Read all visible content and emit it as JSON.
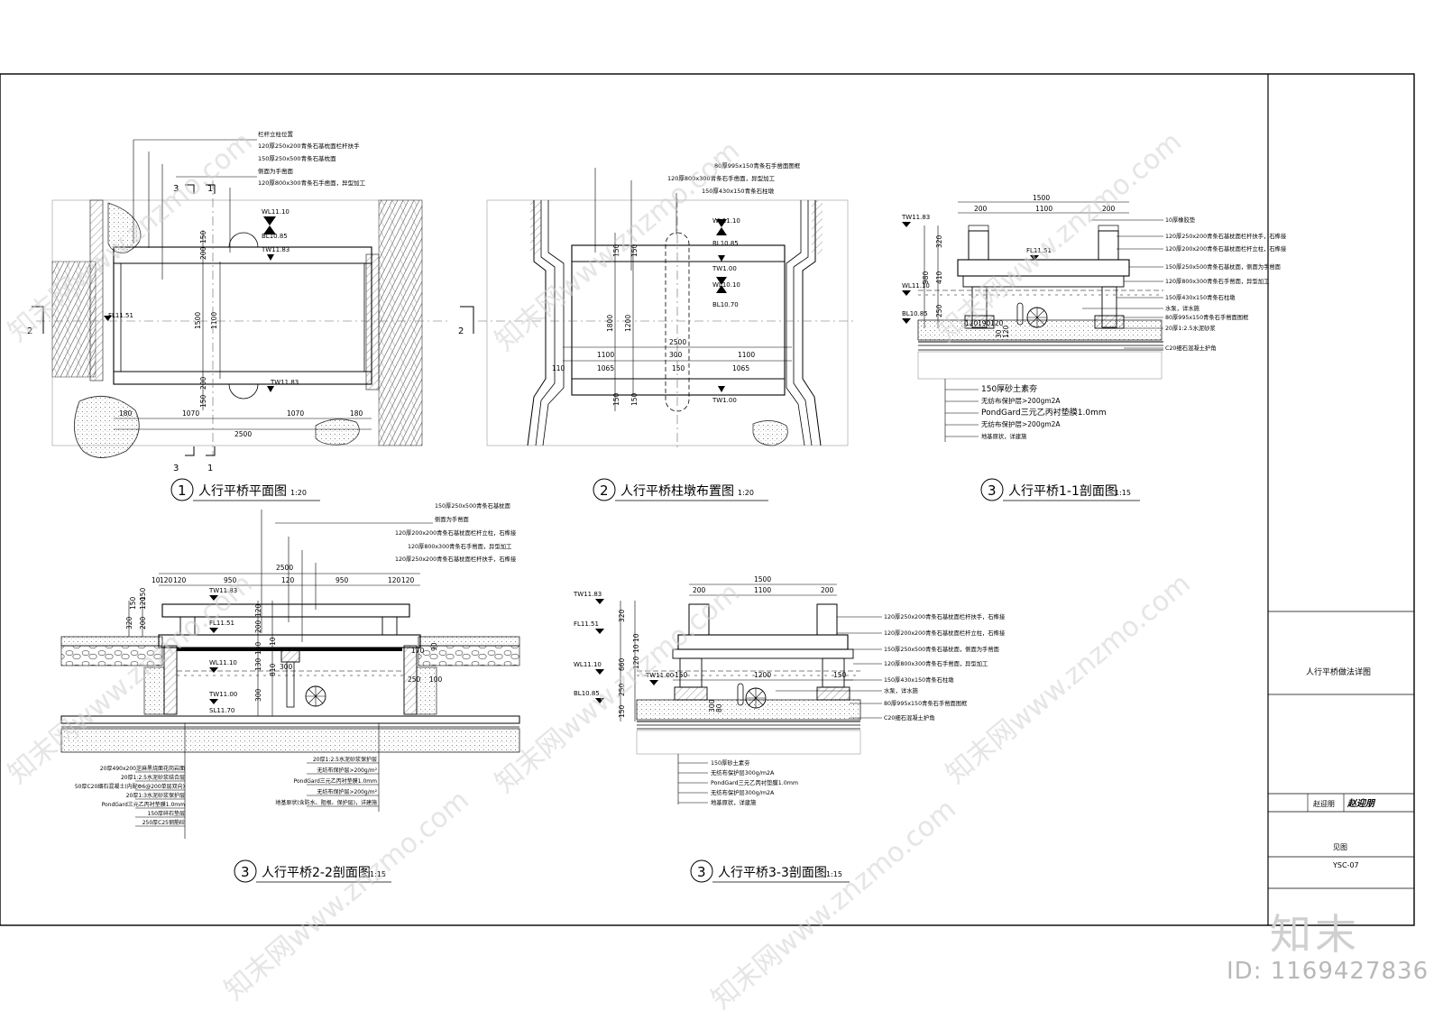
{
  "views": {
    "v1": {
      "num": "1",
      "title": "人行平桥平面图",
      "scale": "1:20"
    },
    "v2": {
      "num": "2",
      "title": "人行平桥柱墩布置图",
      "scale": "1:20"
    },
    "v3": {
      "num": "3",
      "title": "人行平桥1-1剖面图",
      "scale": "1:15"
    },
    "v4": {
      "num": "3",
      "title": "人行平桥2-2剖面图",
      "scale": "1:15"
    },
    "v5": {
      "num": "3",
      "title": "人行平桥3-3剖面图",
      "scale": "1:15"
    }
  },
  "plan1": {
    "notes": [
      "栏杆立柱位置",
      "120厚250x200青条石基枕面栏杆扶手",
      "150厚250x500青条石基枕面",
      "侧面为手凿面",
      "120厚800x300青条石手凿面，异型加工"
    ],
    "marks": {
      "s3": "3",
      "s1": "1",
      "s2": "2"
    },
    "levels": {
      "wl": "WL11.10",
      "bl": "BL10.85",
      "tw1": "TW11.83",
      "fl": "FL11.51",
      "tw2": "TW11.83"
    },
    "dims": {
      "d150a": "150",
      "d200a": "200",
      "d1500": "1500",
      "d1100": "1100",
      "d150b": "150",
      "d200b": "200",
      "d180a": "180",
      "d1070a": "1070",
      "d1070b": "1070",
      "d180b": "180",
      "d2500": "2500"
    }
  },
  "plan2": {
    "notes": [
      "80厚995x150青条石手凿面图框",
      "120厚800x300青条石手凿面，异型加工",
      "150厚430x150青条石柱墩"
    ],
    "mark2": "2",
    "levels": {
      "wl": "WL11.10",
      "bl": "BL10.85",
      "tw1": "TW1.00",
      "wl2": "WL10.10",
      "bl2": "BL10.70",
      "tw2": "TW1.00"
    },
    "dims": {
      "d150a": "150",
      "d150b": "150",
      "d1800": "1800",
      "d1200": "1200",
      "d2500": "2500",
      "d1100a": "1100",
      "d300": "300",
      "d1100b": "1100",
      "d110": "110",
      "d1065a": "1065",
      "d150c": "150",
      "d1065b": "1065",
      "d150d": "150",
      "d150e": "150"
    }
  },
  "sec11": {
    "dims": {
      "d1500": "1500",
      "d200a": "200",
      "d1100": "1100",
      "d200b": "200",
      "d320": "320",
      "d980": "980",
      "d410": "410",
      "d250": "250",
      "d120a": "120",
      "d190": "190",
      "d120b": "120",
      "d30": "30",
      "d120c": "120"
    },
    "levels": {
      "tw": "TW11.83",
      "fl": "FL11.51",
      "wl": "WL11.10",
      "bl": "BL10.85"
    },
    "right_notes": [
      "10厚橡胶垫",
      "120厚250x200青条石基枕面栏杆扶手，石榫接",
      "120厚200x200青条石基枕面栏杆立柱，石榫接",
      "150厚250x500青条石基枕面，侧面为手凿面",
      "120厚800x300青条石手凿面，异型加工",
      "150厚430x150青条石柱墩",
      "水泵，详水施",
      "80厚995x150青条石手凿面图框",
      "20厚1:2.5水泥砂浆",
      "C20细石混凝土护角"
    ],
    "bottom_notes": [
      "150厚砂土素夯",
      "无纺布保护层>200gm2A",
      "PondGard三元乙丙衬垫膜1.0mm",
      "无纺布保护层>200gm2A",
      "地基原状，详建施"
    ]
  },
  "sec22": {
    "top_notes": [
      "150厚250x500青条石基枕面",
      "侧面为手凿面",
      "120厚200x200青条石基枕面栏杆立柱，石榫接",
      "120厚800x300青条石手凿面，异型加工",
      "120厚250x200青条石基枕面栏杆扶手，石榫接"
    ],
    "dims": {
      "d2500": "2500",
      "d10": "10",
      "d120a": "120",
      "d120b": "120",
      "d950a": "950",
      "d120c": "120",
      "d950b": "950",
      "d120d": "120",
      "d120e": "120",
      "d320": "320",
      "d200": "200",
      "d120f": "120",
      "d150a": "150",
      "d150b": "150",
      "v120": "120",
      "v200": "200",
      "v130a": "130",
      "v130b": "130",
      "v810": "810",
      "v300a": "300",
      "v10": "10",
      "d300b": "300",
      "d170": "170",
      "d90": "90",
      "d250": "250",
      "d100": "100"
    },
    "levels": {
      "tw": "TW11.83",
      "fl": "FL11.51",
      "wl": "WL11.10",
      "tw2": "TW11.00",
      "sl": "SL11.70"
    },
    "left_notes": [
      "20厚490x200芝麻黑烧面花岗岩面",
      "20厚1:2.5水泥砂浆结合层",
      "50厚C20细石混凝土(内配Φ6@200单层双向)",
      "20厚1:3水泥砂浆保护层",
      "PondGard三元乙丙衬垫膜1.0mm",
      "150厚碎石垫层",
      "250厚C25钢筋砼"
    ],
    "right_notes": [
      "20厚1:2.5水泥砂浆保护层",
      "无纺布保护层>200g/m²",
      "PondGard三元乙丙衬垫膜1.0mm",
      "无纺布保护层>200g/m²",
      "地基原状(含防水、阻根、保护层)，详建施"
    ]
  },
  "sec33": {
    "dims": {
      "d1500": "1500",
      "d200a": "200",
      "d1100": "1100",
      "d200b": "200",
      "d150a": "150",
      "d1200": "1200",
      "d150b": "150",
      "d320": "320",
      "d660": "660",
      "d250": "250",
      "d150c": "150",
      "d10a": "10",
      "d10b": "10",
      "d120": "120",
      "d300": "300",
      "d80": "80"
    },
    "levels": {
      "tw": "TW11.83",
      "fl": "FL11.51",
      "wl": "WL11.10",
      "tw2": "TW11.00",
      "bl": "BL10.85"
    },
    "right_notes": [
      "120厚250x200青条石基枕面栏杆扶手，石榫接",
      "120厚200x200青条石基枕面栏杆立柱，石榫接",
      "150厚250x500青条石基枕面，侧面为手凿面",
      "120厚800x300青条石手凿面，异型加工",
      "150厚430x150青条石柱墩",
      "水泵，详水施",
      "80厚995x150青条石手凿面图框",
      "C20细石混凝土护角"
    ],
    "bottom_notes": [
      "150厚砂土素夯",
      "无纺布保护层300g/m2A",
      "PondGard三元乙丙衬垫膜1.0mm",
      "无纺布保护层300g/m2A",
      "地基原状，详建施"
    ]
  },
  "titleblock": {
    "drawing_name": "人行平桥做法详图",
    "designer": "赵迎朋",
    "signature": "赵迎朋",
    "ref": "见图",
    "sheet_no": "YSC-07"
  },
  "watermark": {
    "logo": "知末",
    "id": "ID: 1169427836",
    "diagonal": "知末网www.znzmo.com"
  }
}
